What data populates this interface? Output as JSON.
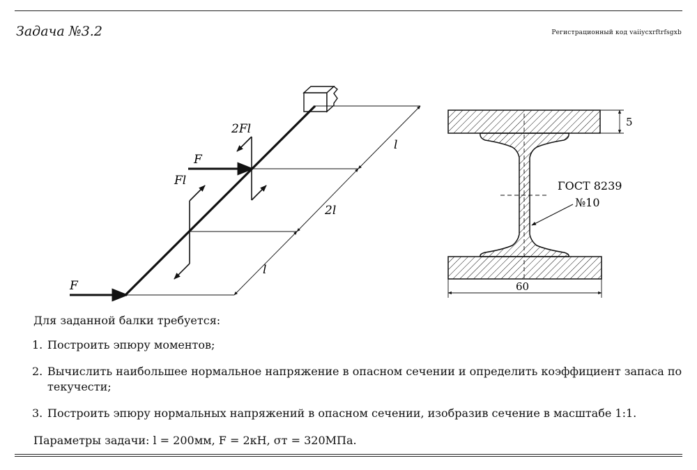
{
  "header": {
    "title": "Задача №3.2",
    "registration": "Регистрационный код vaiiycxrftrfsgxb"
  },
  "figure": {
    "beam_labels": {
      "force_left": "F",
      "force_top": "F",
      "moment_2fl": "2Fl",
      "moment_fl": "Fl",
      "dim_l_top": "l",
      "dim_2l": "2l",
      "dim_l_bottom": "l"
    },
    "section_labels": {
      "thickness": "5",
      "width": "60",
      "gost": "ГОСТ 8239",
      "number": "№10"
    }
  },
  "task": {
    "intro": "Для заданной балки требуется:",
    "items": [
      {
        "num": "1.",
        "text": "Построить эпюру моментов;"
      },
      {
        "num": "2.",
        "text": "Вычислить наибольшее нормальное напряжение в опасном сечении и определить коэффициент запаса по текучести;"
      },
      {
        "num": "3.",
        "text": "Построить эпюру нормальных напряжений в опасном сечении, изобразив сечение в масштабе 1:1."
      }
    ],
    "params": "Параметры задачи: l = 200мм, F = 2кН, σт = 320МПа."
  }
}
